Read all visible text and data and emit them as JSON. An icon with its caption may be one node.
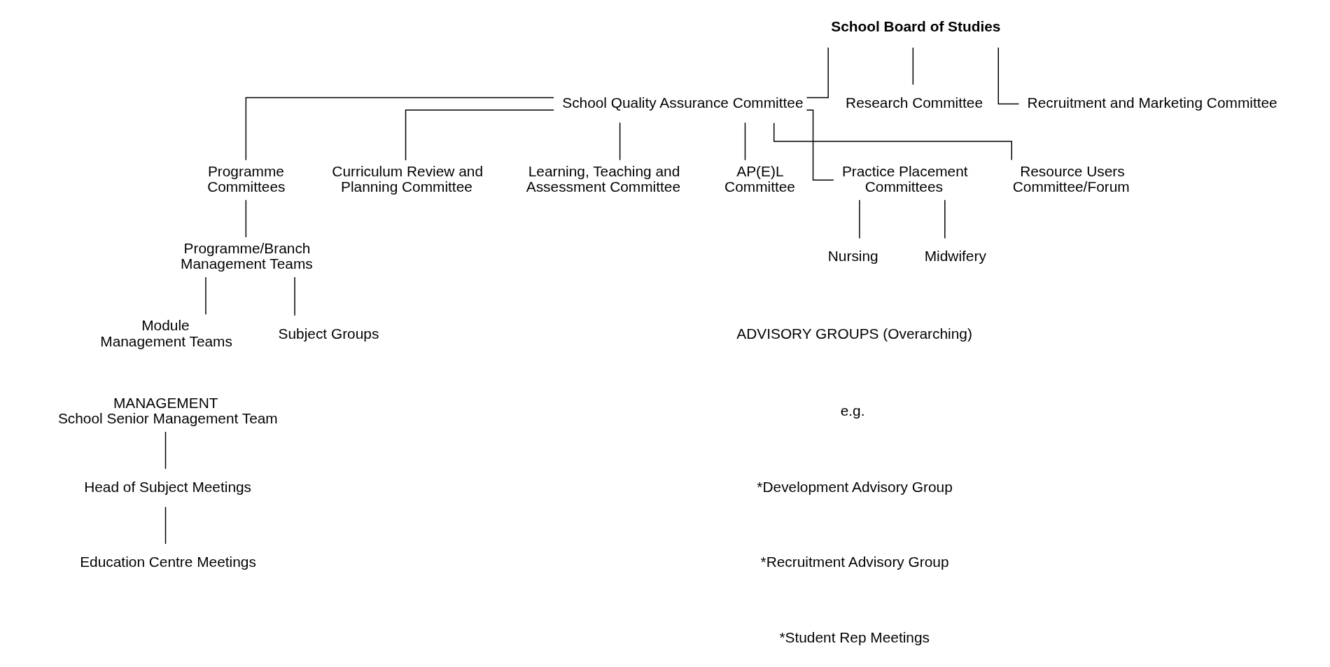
{
  "diagram": {
    "nodes": [
      {
        "text": [
          "School Board of Studies"
        ]
      },
      {
        "text": [
          "School Quality Assurance Committee"
        ]
      },
      {
        "text": [
          "Research Committee"
        ]
      },
      {
        "text": [
          "Recruitment and Marketing Committee"
        ]
      },
      {
        "text": [
          "Programme Committees"
        ]
      },
      {
        "text": [
          "Curriculum Review and Planning Committee"
        ]
      },
      {
        "text": [
          "Learning, Teaching and Assessment Committee"
        ]
      },
      {
        "text": [
          "AP(E)L Committee"
        ]
      },
      {
        "text": [
          "Practice Placement Committees"
        ]
      },
      {
        "text": [
          "Resource Users Committee/Forum"
        ]
      },
      {
        "text": [
          "Programme/Branch Management Teams"
        ]
      },
      {
        "text": [
          "Module Management Teams"
        ]
      },
      {
        "text": [
          "Subject Groups"
        ]
      },
      {
        "text": [
          "Nursing"
        ]
      },
      {
        "text": [
          "Midwifery"
        ]
      },
      {
        "text": [
          "MANAGEMENT",
          "School Senior Management Team"
        ]
      },
      {
        "text": [
          "Head of Subject Meetings"
        ]
      },
      {
        "text": [
          "Education Centre Meetings"
        ]
      }
    ],
    "edges": [
      {
        "from": 0,
        "to": 1,
        "arrow": "none"
      },
      {
        "from": 0,
        "to": 2,
        "arrow": "none"
      },
      {
        "from": 0,
        "to": 3,
        "arrow": "none"
      },
      {
        "from": 1,
        "to": 4,
        "arrow": "none"
      },
      {
        "from": 1,
        "to": 5,
        "arrow": "none"
      },
      {
        "from": 1,
        "to": 6,
        "arrow": "none"
      },
      {
        "from": 1,
        "to": 7,
        "arrow": "none"
      },
      {
        "from": 1,
        "to": 8,
        "arrow": "none"
      },
      {
        "from": 1,
        "to": 9,
        "arrow": "none"
      },
      {
        "from": 4,
        "to": 10,
        "arrow": "none"
      },
      {
        "from": 10,
        "to": 11,
        "arrow": "none"
      },
      {
        "from": 10,
        "to": 12,
        "arrow": "none"
      },
      {
        "from": 8,
        "to": 13,
        "arrow": "none"
      },
      {
        "from": 8,
        "to": 14,
        "arrow": "none"
      },
      {
        "from": 15,
        "to": 16,
        "arrow": "none"
      },
      {
        "from": 16,
        "to": 17,
        "arrow": "none"
      }
    ],
    "labels": [
      "ADVISORY GROUPS (Overarching)",
      "e.g.",
      "*Development Advisory Group",
      "*Recruitment Advisory Group",
      "*Student Rep Meetings"
    ]
  }
}
